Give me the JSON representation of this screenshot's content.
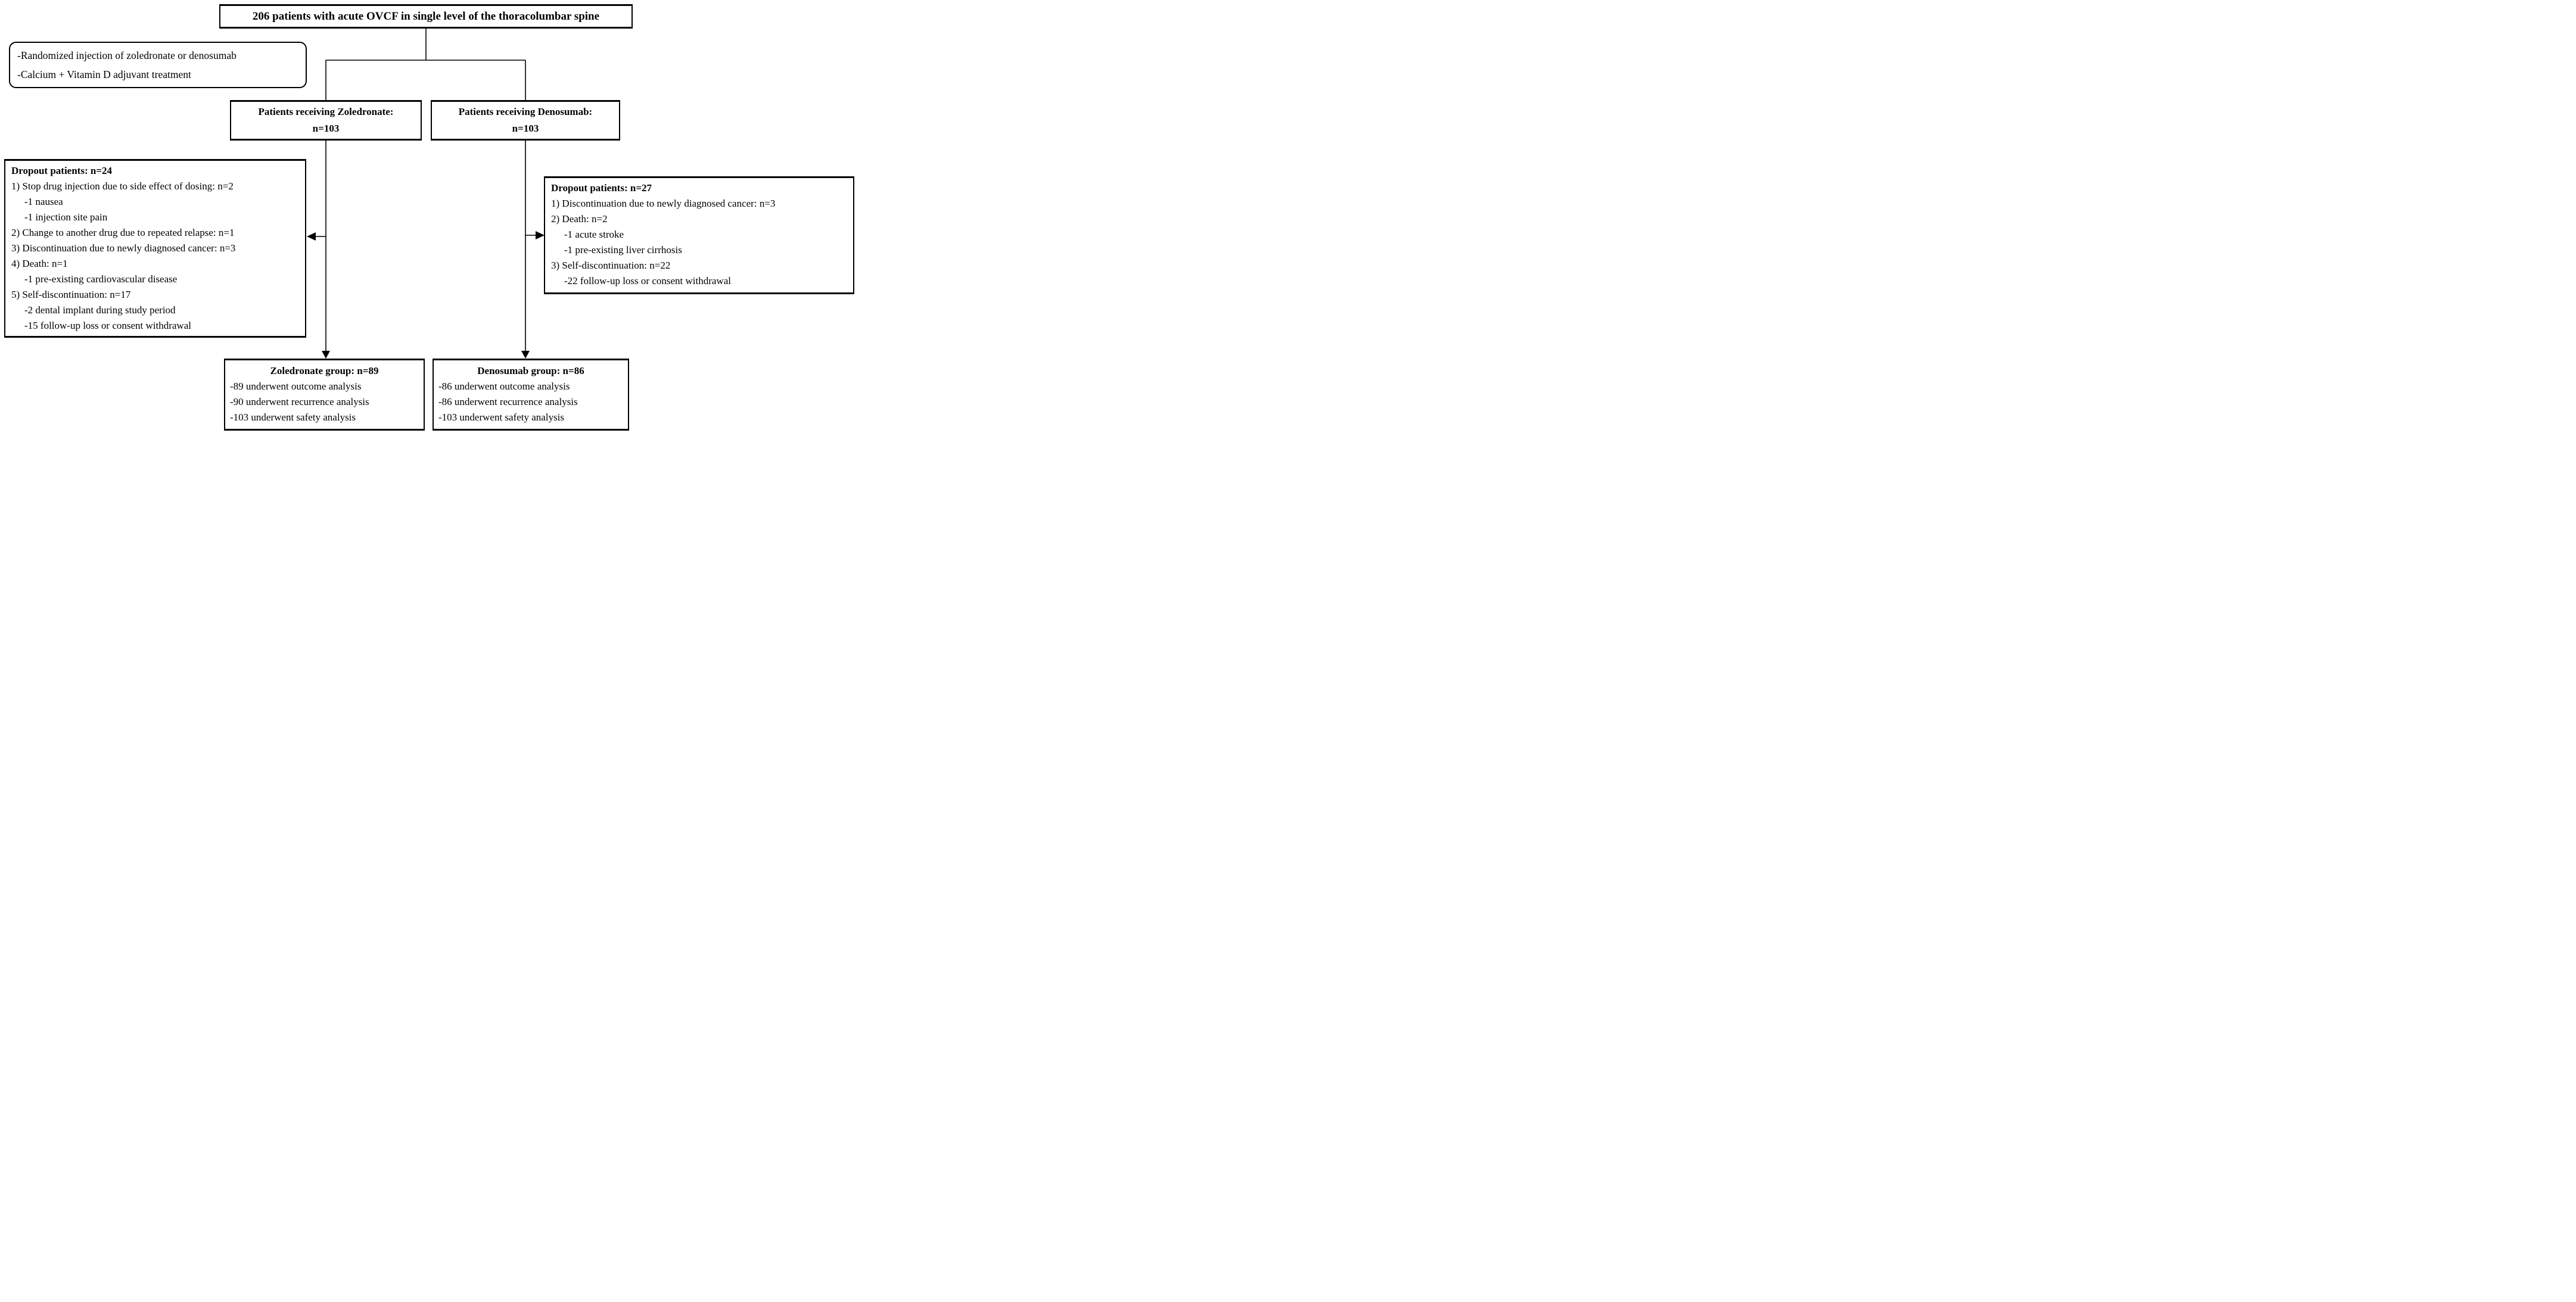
{
  "colors": {
    "ink": "#000000",
    "paper": "#ffffff"
  },
  "enrollment": {
    "text": "206 patients with acute OVCF in single level of the thoracolumbar spine"
  },
  "intervention": {
    "lines": [
      "-Randomized injection of zoledronate or denosumab",
      "-Calcium + Vitamin D adjuvant treatment"
    ]
  },
  "arms": {
    "zoledronate": {
      "line1": "Patients receiving Zoledronate:",
      "line2": "n=103"
    },
    "denosumab": {
      "line1": "Patients receiving Denosumab:",
      "line2": "n=103"
    }
  },
  "dropouts": {
    "zoledronate": {
      "title": "Dropout patients: n=24",
      "lines": [
        "1) Stop drug injection due to side effect of dosing: n=2",
        "-1 nausea",
        "-1 injection site pain",
        "2) Change to another drug due to repeated relapse: n=1",
        "3) Discontinuation due to newly diagnosed cancer: n=3",
        "4) Death: n=1",
        "-1 pre-existing cardiovascular disease",
        "5) Self-discontinuation: n=17",
        "-2 dental implant during study period",
        "-15 follow-up loss or consent withdrawal"
      ]
    },
    "denosumab": {
      "title": "Dropout patients: n=27",
      "lines": [
        "1) Discontinuation due to newly diagnosed cancer: n=3",
        "2) Death: n=2",
        "-1 acute stroke",
        "-1 pre-existing liver cirrhosis",
        "3) Self-discontinuation: n=22",
        "-22 follow-up loss or consent withdrawal"
      ]
    }
  },
  "groups": {
    "zoledronate": {
      "title": "Zoledronate group: n=89",
      "lines": [
        "-89 underwent outcome analysis",
        "-90 underwent recurrence analysis",
        "-103 underwent safety analysis"
      ]
    },
    "denosumab": {
      "title": "Denosumab group: n=86",
      "lines": [
        "-86 underwent outcome analysis",
        "-86 underwent recurrence analysis",
        "-103 underwent safety analysis"
      ]
    }
  }
}
